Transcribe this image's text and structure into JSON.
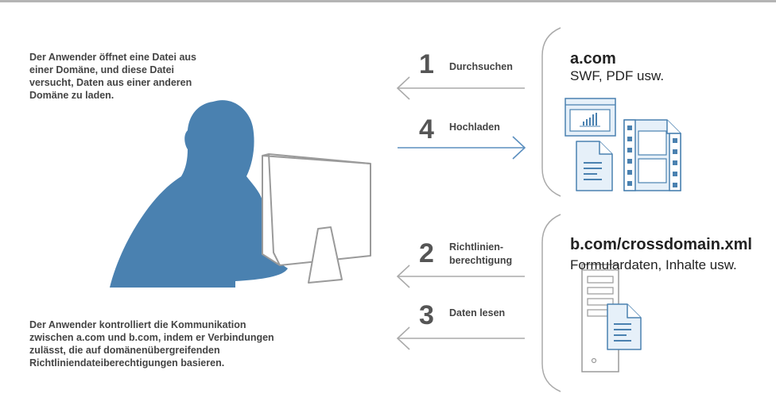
{
  "colors": {
    "figure": "#4a81b0",
    "arrow_gray": "#aaaaaa",
    "arrow_blue": "#5b8fbf",
    "icon_blue": "#4a81b0",
    "icon_fill": "#e6f0f9"
  },
  "notes": {
    "top": "Der Anwender öffnet eine Datei aus einer Domäne, und diese Datei versucht, Daten aus einer anderen Domäne zu laden.",
    "bottom": "Der Anwender kontrolliert die Kommunikation zwischen a.com und b.com, indem er Verbindungen zulässt, die auf domänenübergreifenden Richtliniendateiberechtigungen basieren."
  },
  "steps": [
    {
      "number": "1",
      "label": "Durchsuchen"
    },
    {
      "number": "4",
      "label": "Hochladen"
    },
    {
      "number": "2",
      "label_line1": "Richtlinien-",
      "label_line2": "berechtigung"
    },
    {
      "number": "3",
      "label": "Daten lesen"
    }
  ],
  "domains": {
    "a": {
      "name": "a.com",
      "description": "SWF, PDF usw."
    },
    "b": {
      "name": "b.com/crossdomain.xml",
      "description": "Formulardaten, Inhalte usw."
    }
  },
  "icons": {
    "user": "user-at-computer-icon",
    "chart": "chart-window-icon",
    "document": "document-icon",
    "film": "film-strip-icon",
    "server": "server-icon"
  }
}
